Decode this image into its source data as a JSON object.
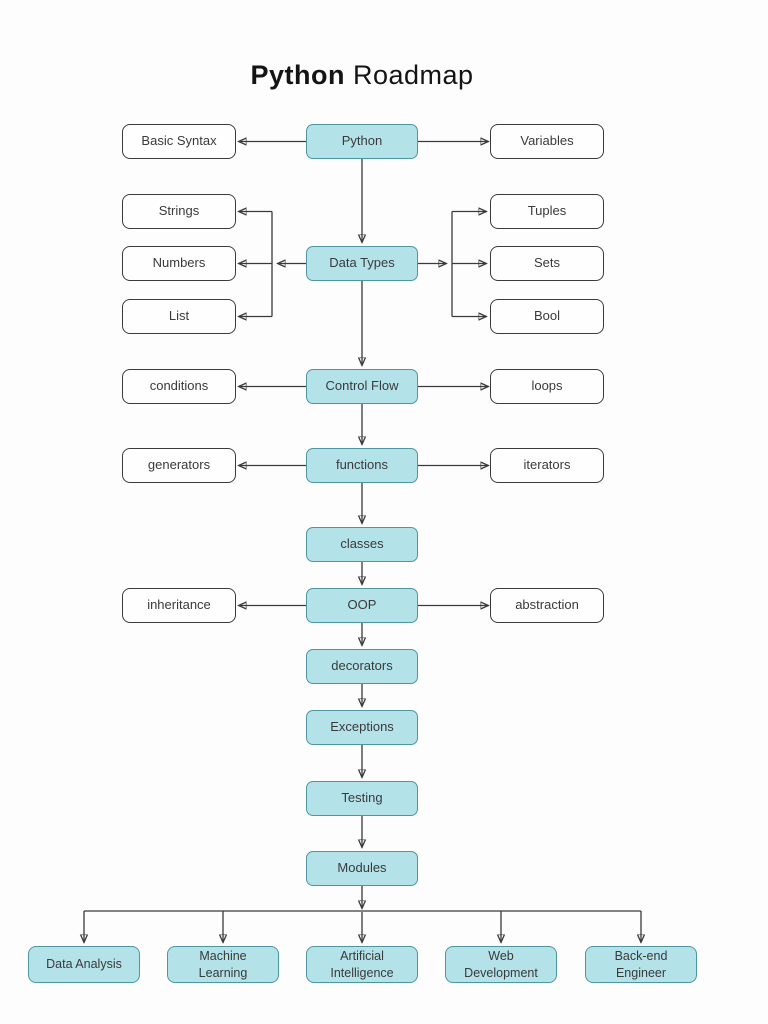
{
  "title": {
    "emphasis": "Python",
    "rest": " Roadmap"
  },
  "colors": {
    "core_fill": "#b4e2e9",
    "core_border": "#4e96a2",
    "leaf_fill": "#fefefe",
    "leaf_border": "#3b3b3b",
    "arrow": "#3b3b3b",
    "text": "#3a3a3a",
    "background": "#fdfdfd"
  },
  "nodes": {
    "python": {
      "label": "Python"
    },
    "basic_syntax": {
      "label": "Basic Syntax"
    },
    "variables": {
      "label": "Variables"
    },
    "data_types": {
      "label": "Data Types"
    },
    "strings": {
      "label": "Strings"
    },
    "numbers": {
      "label": "Numbers"
    },
    "list": {
      "label": "List"
    },
    "tuples": {
      "label": "Tuples"
    },
    "sets": {
      "label": "Sets"
    },
    "bool": {
      "label": "Bool"
    },
    "control_flow": {
      "label": "Control Flow"
    },
    "conditions": {
      "label": "conditions"
    },
    "loops": {
      "label": "loops"
    },
    "functions": {
      "label": "functions"
    },
    "generators": {
      "label": "generators"
    },
    "iterators": {
      "label": "iterators"
    },
    "classes": {
      "label": "classes"
    },
    "oop": {
      "label": "OOP"
    },
    "inheritance": {
      "label": "inheritance"
    },
    "abstraction": {
      "label": "abstraction"
    },
    "decorators": {
      "label": "decorators"
    },
    "exceptions": {
      "label": "Exceptions"
    },
    "testing": {
      "label": "Testing"
    },
    "modules": {
      "label": "Modules"
    },
    "data_analysis": {
      "label": "Data Analysis"
    },
    "machine_learning": {
      "label": "Machine Learning"
    },
    "artificial_intelligence": {
      "label": "Artificial Intelligence"
    },
    "web_development": {
      "label": "Web Development"
    },
    "back_end_engineer": {
      "label": "Back-end Engineer"
    }
  }
}
